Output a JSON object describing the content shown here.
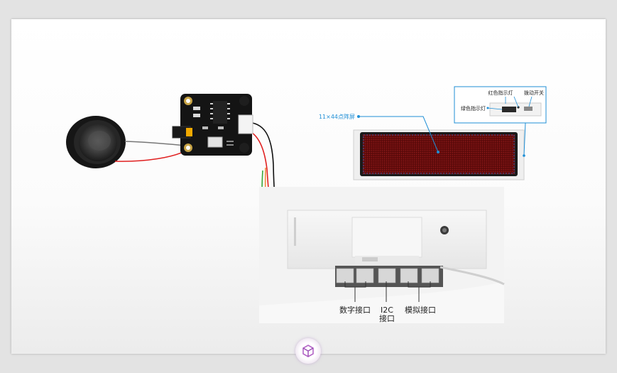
{
  "labels": {
    "matrix_screen": "11×44点阵屏",
    "red_indicator": "红色指示灯",
    "green_indicator": "绿色指示灯",
    "toggle_switch": "拨动开关",
    "digital_port": "数字接口",
    "i2c_port_line1": "I2C",
    "i2c_port_line2": "接口",
    "analog_port": "模拟接口"
  },
  "colors": {
    "callout": "#1f8fd6",
    "led_matrix": "#6b0c0c",
    "module_pcb": "#141414",
    "wire_black": "#111111",
    "wire_red": "#e02020",
    "wire_green": "#3aa63a",
    "wire_orange": "#f08a3c",
    "wire_gray": "#777777"
  },
  "icons": {
    "logo": "cube-logo-icon"
  }
}
